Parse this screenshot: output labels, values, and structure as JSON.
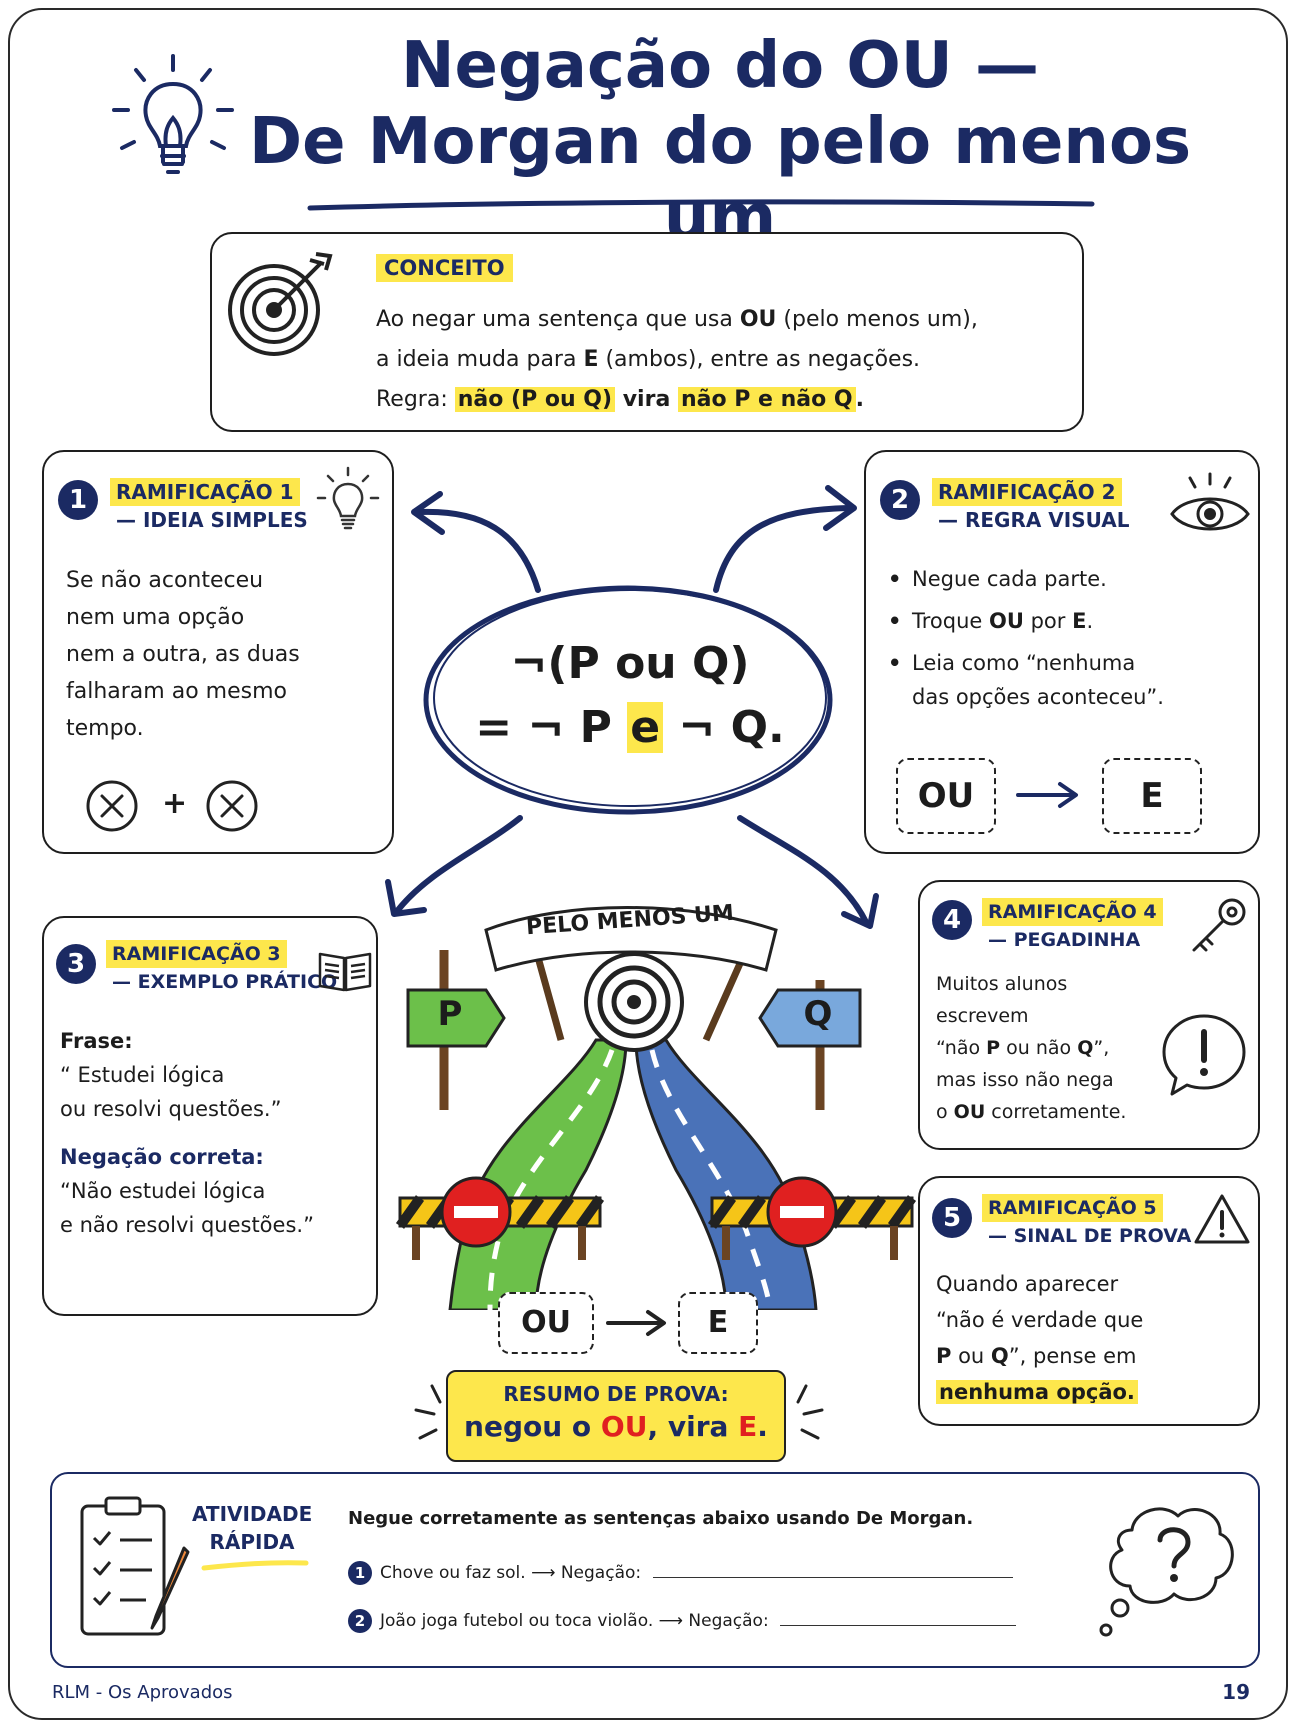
{
  "header": {
    "title_line1": "Negação do OU —",
    "title_line2": "De Morgan do pelo menos um"
  },
  "concept": {
    "label": "CONCEITO",
    "line1_a": "Ao negar uma sentença que usa ",
    "line1_b": "OU",
    "line1_c": " (pelo menos um),",
    "line2_a": "a ideia muda para ",
    "line2_b": "E",
    "line2_c": " (ambos), entre as negações.",
    "line3_a": "Regra: ",
    "line3_b": "não (P ou Q)",
    "line3_c": " vira ",
    "line3_d": "não P e não Q",
    "line3_e": "."
  },
  "center_formula": {
    "line1": "¬(P ou Q)",
    "line2_a": "= ¬ P ",
    "line2_b": "e",
    "line2_c": " ¬ Q."
  },
  "card1": {
    "number": "1",
    "title": "RAMIFICAÇÃO 1",
    "subtitle": "— IDEIA SIMPLES",
    "lines": [
      "Se não aconteceu",
      "nem uma opção",
      "nem a outra, as duas",
      "falharam ao mesmo",
      "tempo."
    ],
    "plus": "+"
  },
  "card2": {
    "number": "2",
    "title": "RAMIFICAÇÃO 2",
    "subtitle": "— REGRA VISUAL",
    "b1": "Negue cada parte.",
    "b2_a": "Troque ",
    "b2_b": "OU",
    "b2_c": " por ",
    "b2_d": "E",
    "b2_e": ".",
    "b3_l1": "Leia como “nenhuma",
    "b3_l2": "das opções aconteceu”.",
    "box_left": "OU",
    "box_right": "E"
  },
  "card3": {
    "number": "3",
    "title": "RAMIFICAÇÃO 3",
    "subtitle": "— EXEMPLO PRÁTICO",
    "frase_label": "Frase:",
    "frase_l1": "“ Estudei lógica",
    "frase_l2": "ou resolvi questões.”",
    "neg_label": "Negação correta:",
    "neg_l1": "“Não estudei lógica",
    "neg_l2": "e não resolvi questões.”"
  },
  "card4": {
    "number": "4",
    "title": "RAMIFICAÇÃO 4",
    "subtitle": "— PEGADINHA",
    "l1": "Muitos alunos",
    "l2": "escrevem",
    "l3_a": "“não ",
    "l3_b": "P",
    "l3_c": " ou não ",
    "l3_d": "Q",
    "l3_e": "”,",
    "l4": "mas isso não nega",
    "l5_a": "o ",
    "l5_b": "OU",
    "l5_c": " corretamente."
  },
  "card5": {
    "number": "5",
    "title": "RAMIFICAÇÃO 5",
    "subtitle": "— SINAL DE PROVA",
    "l1": "Quando aparecer",
    "l2": "“não é verdade que",
    "l3_a": "P",
    "l3_b": " ou ",
    "l3_c": "Q",
    "l3_d": "”, pense em",
    "l4": "nenhuma opção."
  },
  "illustration": {
    "banner": "PELO MENOS UM",
    "sign_left": "P",
    "sign_right": "Q",
    "box_left": "OU",
    "box_right": "E"
  },
  "summary": {
    "line1": "RESUMO DE PROVA:",
    "line2_a": "negou o ",
    "line2_b": "OU",
    "line2_c": ",  vira ",
    "line2_d": "E",
    "line2_e": "."
  },
  "activity": {
    "label_l1": "ATIVIDADE",
    "label_l2": "RÁPIDA",
    "instruction": "Negue corretamente as sentenças abaixo usando De Morgan.",
    "item1_num": "1",
    "item1_text": "Chove ou faz sol.  ⟶  Negação:",
    "item2_num": "2",
    "item2_text": "João joga futebol ou toca violão.  ⟶  Negação:"
  },
  "footer": {
    "left": "RLM - Os Aprovados",
    "page": "19"
  },
  "colors": {
    "navy": "#1b2a63",
    "highlight": "#fde74c",
    "red": "#e02020",
    "green_road": "#6cc04a",
    "blue_road": "#4a72b8"
  }
}
